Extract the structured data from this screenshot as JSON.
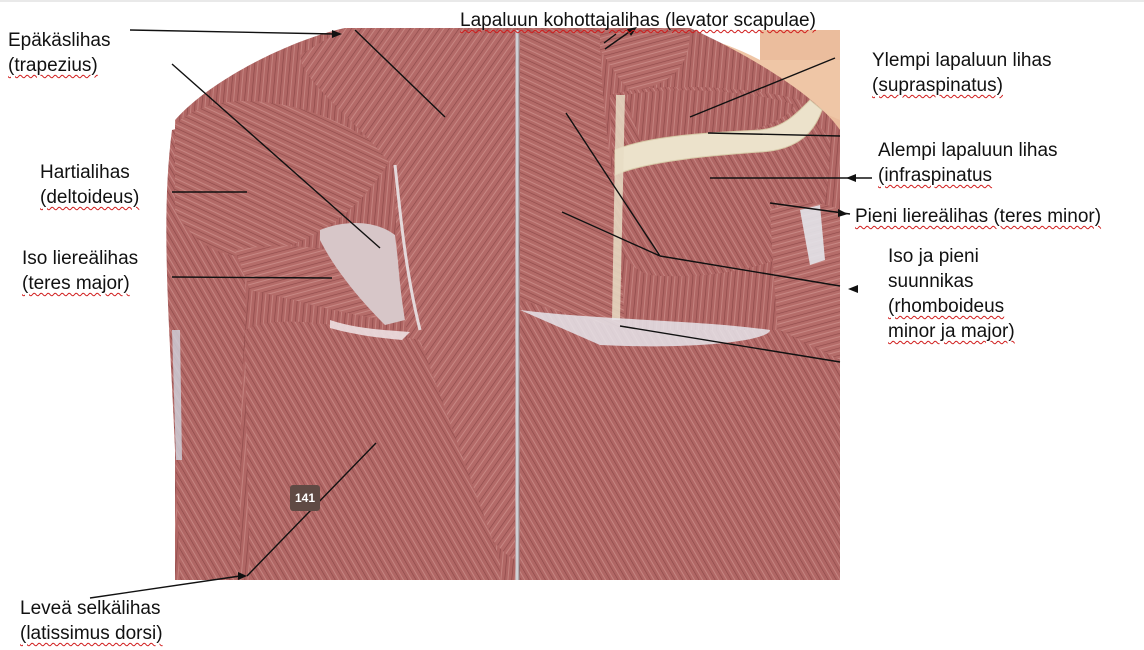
{
  "labels": {
    "trapezius": {
      "line1": "Epäkäslihas",
      "line2": "(trapezius)"
    },
    "deltoideus": {
      "line1": "Hartialihas",
      "line2": "(deltoideus)"
    },
    "teres_major": {
      "line1": "Iso liereälihas",
      "line2": "(teres major)"
    },
    "levator": {
      "line1": "Lapaluun kohottajalihas (levator scapulae)"
    },
    "supraspinatus": {
      "line1": "Ylempi lapaluun lihas",
      "line2": "(supraspinatus)"
    },
    "infraspinatus": {
      "line1": "Alempi lapaluun lihas",
      "line2": "(infraspinatus"
    },
    "teres_minor": {
      "line1": "Pieni liereälihas (teres minor)"
    },
    "rhomboideus": {
      "line1": "Iso ja pieni",
      "line2": "suunnikas",
      "line3": "(rhomboideus",
      "line4": "minor ja major)"
    },
    "latissimus": {
      "line1": "Leveä selkälihas",
      "line2": "(latissimus dorsi)"
    }
  },
  "badge": "141",
  "colors": {
    "muscle": "#b86f6c",
    "muscle_dark": "#9c5453",
    "muscle_light": "#d3a09c",
    "skin": "#e8b99a",
    "bone": "#e8dcc4",
    "leader": "#111111",
    "squiggle": "#d01a1a"
  }
}
